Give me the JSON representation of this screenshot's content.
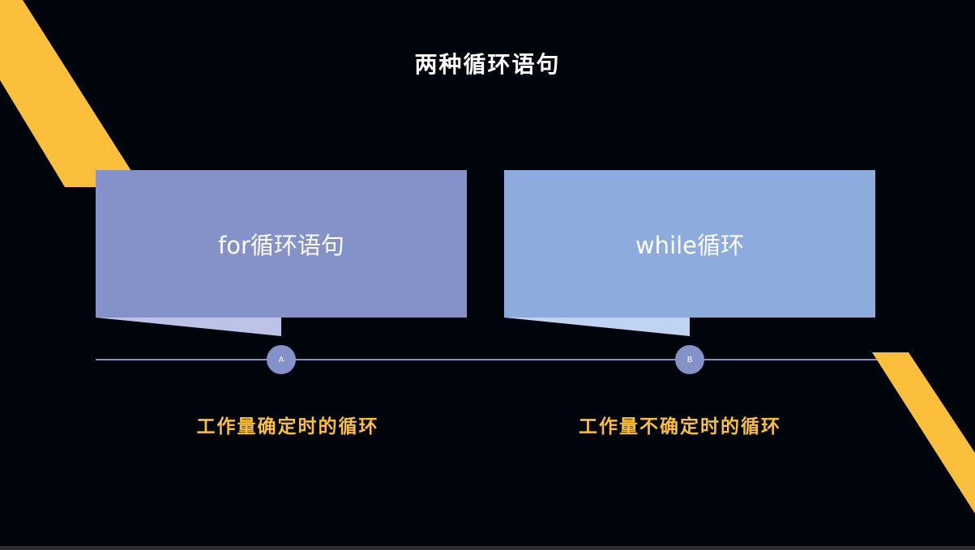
{
  "title": "两种循环语句",
  "items": [
    {
      "label": "for循环语句",
      "marker": "A",
      "caption": "工作量确定时的循环",
      "color": "#8592ca"
    },
    {
      "label": "while循环",
      "marker": "B",
      "caption": "工作量不确定时的循环",
      "color": "#8eabdd"
    }
  ],
  "colors": {
    "background": "#00040b",
    "accent": "#fbbf3c",
    "tab_a": "#bcc3e7",
    "tab_b": "#c1d3f2"
  }
}
